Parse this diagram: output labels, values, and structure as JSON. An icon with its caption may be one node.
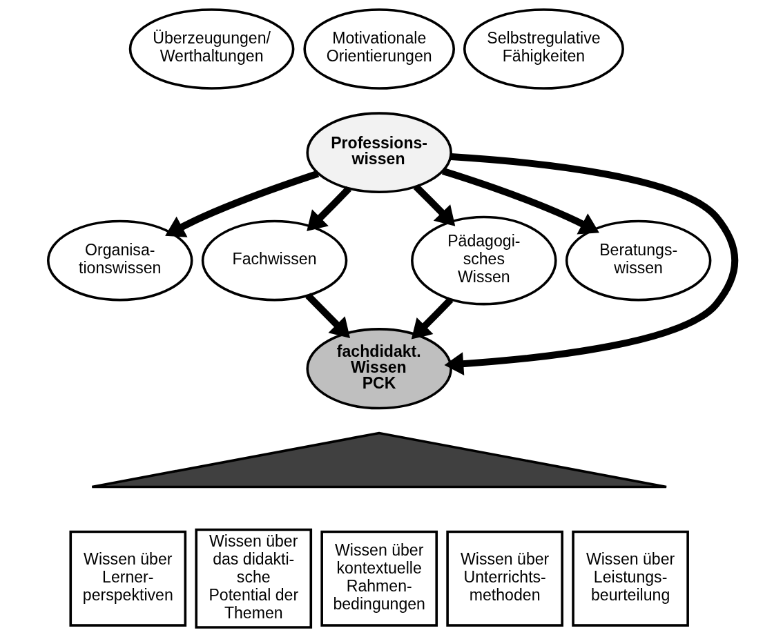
{
  "diagram": {
    "nodes": [
      {
        "text": [
          "Motivationale Orientierungen"
        ]
      },
      {
        "text": [
          "Überzeugungen/ Werthaltungen"
        ]
      },
      {
        "text": [
          "Selbstregulative Fähigkeiten"
        ]
      },
      {
        "text": [
          "Professions- wissen"
        ]
      },
      {
        "text": [
          "Organisa- tionswissen"
        ]
      },
      {
        "text": [
          "Fachwissen"
        ]
      },
      {
        "text": [
          "Pädagogi- sches Wissen"
        ]
      },
      {
        "text": [
          "Beratungs- wissen"
        ]
      },
      {
        "text": [
          "fachdidakt. Wissen PCK"
        ]
      },
      {
        "text": [],
        "shape": "triangle"
      },
      {
        "text": [
          "Wissen über Lerner- perspektiven"
        ]
      },
      {
        "text": [
          "Wissen über das didakti- sche Potential der Themen"
        ]
      },
      {
        "text": [
          "Wissen über kontextuelle Rahmen- bedingungen"
        ]
      },
      {
        "text": [
          "Wissen über Unterrichts- methoden"
        ]
      },
      {
        "text": [
          "Wissen über Leistungs- beurteilung"
        ]
      }
    ],
    "edges": [
      {
        "from": 3,
        "to": 4,
        "arrow": "to"
      },
      {
        "from": 3,
        "to": 5,
        "arrow": "to"
      },
      {
        "from": 3,
        "to": 8,
        "arrow": "to"
      },
      {
        "from": 3,
        "to": 6,
        "arrow": "to"
      },
      {
        "from": 3,
        "to": 7,
        "arrow": "to"
      },
      {
        "from": 5,
        "to": 8,
        "arrow": "to"
      },
      {
        "from": 6,
        "to": 8,
        "arrow": "to"
      }
    ]
  }
}
